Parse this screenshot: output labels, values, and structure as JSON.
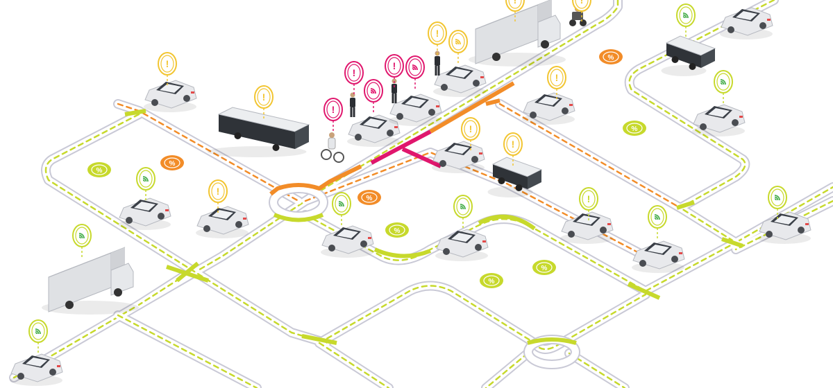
{
  "scene": {
    "title": "Connected vehicle smart city network",
    "colors": {
      "road_edge": "#c9c9d6",
      "lime": "#c7d92c",
      "orange": "#f28c28",
      "magenta": "#e0166d",
      "yellow": "#f2c531",
      "wifi_green": "#4caf50",
      "car_body": "#e8e9ec",
      "car_glass": "#3a3f47",
      "bus_body": "#2f3338"
    }
  },
  "badge_kinds": {
    "alert": {
      "glyph": "!",
      "icon": "alert-icon"
    },
    "signal": {
      "glyph": "wifi",
      "icon": "wifi-signal-icon"
    },
    "percent": {
      "glyph": "%",
      "icon": "percent-icon"
    }
  },
  "vehicles": [
    {
      "type": "car",
      "name": "car-top-left"
    },
    {
      "type": "bus",
      "name": "city-bus"
    },
    {
      "type": "cyclist",
      "name": "cyclist"
    },
    {
      "type": "car",
      "name": "car-queue-1"
    },
    {
      "type": "car",
      "name": "car-queue-2"
    },
    {
      "type": "car",
      "name": "car-queue-3"
    },
    {
      "type": "truck",
      "name": "delivery-truck-top"
    },
    {
      "type": "motorbike",
      "name": "motorbike-courier"
    },
    {
      "type": "shuttle",
      "name": "autonomous-shuttle-right"
    },
    {
      "type": "car",
      "name": "car-top-right"
    },
    {
      "type": "car",
      "name": "car-center-right"
    },
    {
      "type": "car",
      "name": "car-right"
    },
    {
      "type": "car",
      "name": "car-mid"
    },
    {
      "type": "shuttle",
      "name": "autonomous-shuttle-center"
    },
    {
      "type": "car",
      "name": "car-left-1"
    },
    {
      "type": "car",
      "name": "car-left-2"
    },
    {
      "type": "car",
      "name": "car-roundabout"
    },
    {
      "type": "car",
      "name": "car-center"
    },
    {
      "type": "car",
      "name": "car-lower-right-1"
    },
    {
      "type": "car",
      "name": "car-lower-right-2"
    },
    {
      "type": "car",
      "name": "car-far-right"
    },
    {
      "type": "truck",
      "name": "delivery-truck-left"
    },
    {
      "type": "car",
      "name": "car-bottom-left"
    }
  ],
  "pedestrians": [
    {
      "name": "pedestrian-1"
    },
    {
      "name": "pedestrian-2"
    },
    {
      "name": "pedestrian-3"
    }
  ],
  "badges": [
    {
      "kind": "alert",
      "color": "yellow"
    },
    {
      "kind": "alert",
      "color": "yellow"
    },
    {
      "kind": "alert",
      "color": "magenta"
    },
    {
      "kind": "alert",
      "color": "magenta"
    },
    {
      "kind": "signal",
      "color": "magenta"
    },
    {
      "kind": "alert",
      "color": "magenta"
    },
    {
      "kind": "signal",
      "color": "magenta"
    },
    {
      "kind": "alert",
      "color": "yellow"
    },
    {
      "kind": "signal",
      "color": "yellow"
    },
    {
      "kind": "alert",
      "color": "yellow"
    },
    {
      "kind": "signal",
      "color": "lime"
    },
    {
      "kind": "signal",
      "color": "lime"
    },
    {
      "kind": "alert",
      "color": "yellow"
    },
    {
      "kind": "alert",
      "color": "yellow"
    },
    {
      "kind": "alert",
      "color": "yellow"
    },
    {
      "kind": "signal",
      "color": "lime"
    },
    {
      "kind": "alert",
      "color": "yellow"
    },
    {
      "kind": "signal",
      "color": "lime"
    },
    {
      "kind": "signal",
      "color": "lime"
    },
    {
      "kind": "alert",
      "color": "lime"
    },
    {
      "kind": "signal",
      "color": "lime"
    },
    {
      "kind": "signal",
      "color": "lime"
    },
    {
      "kind": "signal",
      "color": "lime"
    },
    {
      "kind": "signal",
      "color": "lime"
    },
    {
      "kind": "alert",
      "color": "yellow"
    }
  ],
  "nodes": [
    {
      "kind": "percent",
      "color": "orange"
    },
    {
      "kind": "percent",
      "color": "orange"
    },
    {
      "kind": "percent",
      "color": "orange"
    },
    {
      "kind": "percent",
      "color": "lime"
    },
    {
      "kind": "percent",
      "color": "lime"
    },
    {
      "kind": "percent",
      "color": "lime"
    },
    {
      "kind": "percent",
      "color": "lime"
    },
    {
      "kind": "percent",
      "color": "lime"
    }
  ]
}
